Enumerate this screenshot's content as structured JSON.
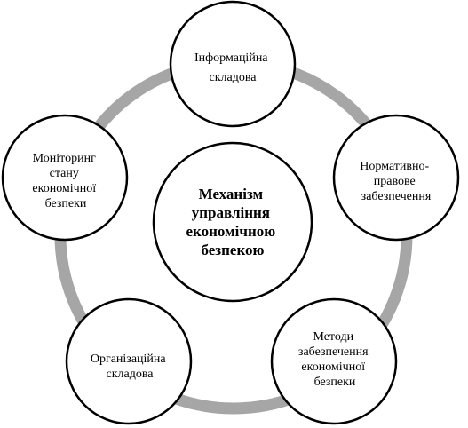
{
  "diagram": {
    "center": {
      "lines": [
        "Механізм",
        "управління",
        "економічною",
        "безпекою"
      ]
    },
    "nodes": [
      {
        "id": "information",
        "lines": [
          "Інформаційна",
          "складова"
        ]
      },
      {
        "id": "regulatory",
        "lines": [
          "Нормативно-",
          "правове",
          "забезпечення"
        ]
      },
      {
        "id": "methods",
        "lines": [
          "Методи",
          "забезпечення",
          "економічної",
          "безпеки"
        ]
      },
      {
        "id": "organizational",
        "lines": [
          "Організаційна",
          "складова"
        ]
      },
      {
        "id": "monitoring",
        "lines": [
          "Моніторинг",
          "стану",
          "економічної",
          "безпеки"
        ]
      }
    ],
    "colors": {
      "ring": "#a6a6a6",
      "circle_stroke": "#000000",
      "circle_fill": "#ffffff",
      "text": "#000000"
    }
  }
}
